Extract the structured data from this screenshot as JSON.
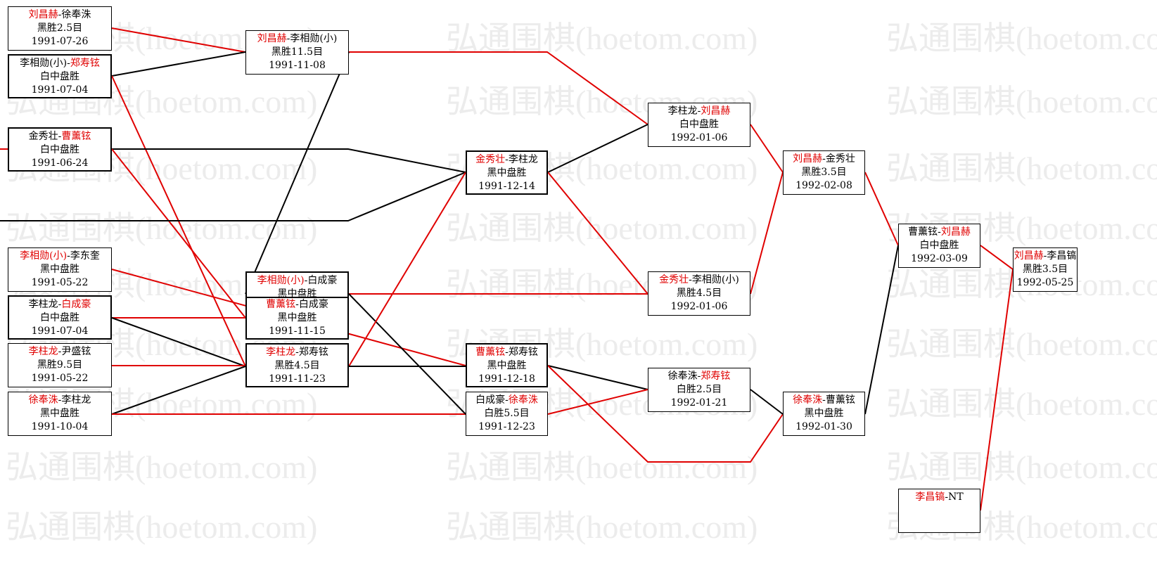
{
  "watermark": "弘通围棋(hoetom.com)",
  "colors": {
    "win_line": "#e00000",
    "lose_line": "#000000",
    "winner_name": "#e00000"
  },
  "games": [
    {
      "id": "g1",
      "bold": false,
      "black": "刘昌赫",
      "white": "徐奉洙",
      "winner": "black",
      "result": "黑胜2.5目",
      "date": "1991-07-26"
    },
    {
      "id": "g2",
      "bold": true,
      "black": "李相勋(小)",
      "white": "郑寿铉",
      "winner": "white",
      "result": "白中盘胜",
      "date": "1991-07-04"
    },
    {
      "id": "g3",
      "bold": true,
      "black": "金秀壮",
      "white": "曹薰铉",
      "winner": "white",
      "result": "白中盘胜",
      "date": "1991-06-24"
    },
    {
      "id": "g4",
      "bold": false,
      "black": "李相勋(小)",
      "white": "李东奎",
      "winner": "black",
      "result": "黑中盘胜",
      "date": "1991-05-22"
    },
    {
      "id": "g5",
      "bold": true,
      "black": "李柱龙",
      "white": "白成豪",
      "winner": "white",
      "result": "白中盘胜",
      "date": "1991-07-04"
    },
    {
      "id": "g6",
      "bold": false,
      "black": "李柱龙",
      "white": "尹盛铉",
      "winner": "black",
      "result": "黑胜9.5目",
      "date": "1991-05-22"
    },
    {
      "id": "g7",
      "bold": false,
      "black": "徐奉洙",
      "white": "李柱龙",
      "winner": "black",
      "result": "黑中盘胜",
      "date": "1991-10-04"
    },
    {
      "id": "h1",
      "bold": false,
      "black": "刘昌赫",
      "white": "李相勋(小)",
      "winner": "black",
      "result": "黑胜11.5目",
      "date": "1991-11-08"
    },
    {
      "id": "h3",
      "bold": true,
      "black": "曹薰铉",
      "white": "白成豪",
      "winner": "black",
      "result": "黑中盘胜",
      "date": "1991-11-15"
    },
    {
      "id": "h2",
      "bold": true,
      "black": "李相勋(小)",
      "white": "白成豪",
      "winner": "black",
      "result": "黑中盘胜",
      "date": ""
    },
    {
      "id": "h4",
      "bold": true,
      "black": "李柱龙",
      "white": "郑寿铉",
      "winner": "black",
      "result": "黑胜4.5目",
      "date": "1991-11-23"
    },
    {
      "id": "i1",
      "bold": true,
      "black": "金秀壮",
      "white": "李柱龙",
      "winner": "black",
      "result": "黑中盘胜",
      "date": "1991-12-14"
    },
    {
      "id": "i2",
      "bold": true,
      "black": "曹薰铉",
      "white": "郑寿铉",
      "winner": "black",
      "result": "黑中盘胜",
      "date": "1991-12-18"
    },
    {
      "id": "i3",
      "bold": false,
      "black": "白成豪",
      "white": "徐奉洙",
      "winner": "white",
      "result": "白胜5.5目",
      "date": "1991-12-23"
    },
    {
      "id": "j1",
      "bold": false,
      "black": "李柱龙",
      "white": "刘昌赫",
      "winner": "white",
      "result": "白中盘胜",
      "date": "1992-01-06"
    },
    {
      "id": "j2",
      "bold": false,
      "black": "金秀壮",
      "white": "李相勋(小)",
      "winner": "black",
      "result": "黑胜4.5目",
      "date": "1992-01-06"
    },
    {
      "id": "j3",
      "bold": false,
      "black": "徐奉洙",
      "white": "郑寿铉",
      "winner": "white",
      "result": "白胜2.5目",
      "date": "1992-01-21"
    },
    {
      "id": "k1",
      "bold": false,
      "black": "刘昌赫",
      "white": "金秀壮",
      "winner": "black",
      "result": "黑胜3.5目",
      "date": "1992-02-08"
    },
    {
      "id": "k2",
      "bold": false,
      "black": "徐奉洙",
      "white": "曹薰铉",
      "winner": "black",
      "result": "黑中盘胜",
      "date": "1992-01-30"
    },
    {
      "id": "l1",
      "bold": false,
      "black": "曹薰铉",
      "white": "刘昌赫",
      "winner": "white",
      "result": "白中盘胜",
      "date": "1992-03-09"
    },
    {
      "id": "l2",
      "bold": false,
      "black": "李昌镐",
      "white": "NT",
      "winner": "black",
      "result": "",
      "date": ""
    },
    {
      "id": "m1",
      "bold": false,
      "black": "刘昌赫",
      "white": "李昌镐",
      "winner": "black",
      "result": "黑胜3.5目",
      "date": "1992-05-25"
    }
  ]
}
